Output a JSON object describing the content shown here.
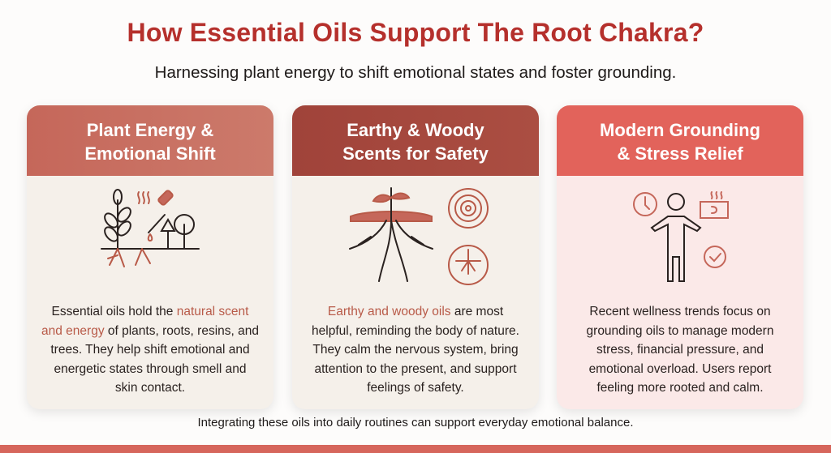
{
  "title": "How Essential Oils Support The Root Chakra?",
  "subtitle": "Harnessing plant energy to shift emotional states and foster grounding.",
  "cards": [
    {
      "heading_line1": "Plant Energy &",
      "heading_line2": "Emotional Shift",
      "text_pre": "Essential oils hold the ",
      "text_highlight": "natural scent and energy",
      "text_post": " of plants, roots, resins, and trees. They help shift emotional and energetic states through smell and skin contact.",
      "icon": "plant-dropper-icon"
    },
    {
      "heading_line1": "Earthy & Woody",
      "heading_line2": "Scents for Safety",
      "text_pre": "",
      "text_highlight": "Earthy and woody oils",
      "text_post": " are most helpful, reminding the body of nature. They calm the nervous system, bring attention to the present, and support feelings of safety.",
      "icon": "roots-icon"
    },
    {
      "heading_line1": "Modern Grounding",
      "heading_line2": "& Stress Relief",
      "text_pre": "Recent wellness trends focus on grounding oils to manage modern stress, financial pressure, and emotional overload. Users report feeling more rooted and calm.",
      "text_highlight": "",
      "text_post": "",
      "icon": "grounded-person-icon"
    }
  ],
  "footer": "Integrating these oils into daily routines can support everyday emotional balance.",
  "colors": {
    "title": "#b5302c",
    "accent": "#b85a48",
    "bar": "#d6665c"
  }
}
